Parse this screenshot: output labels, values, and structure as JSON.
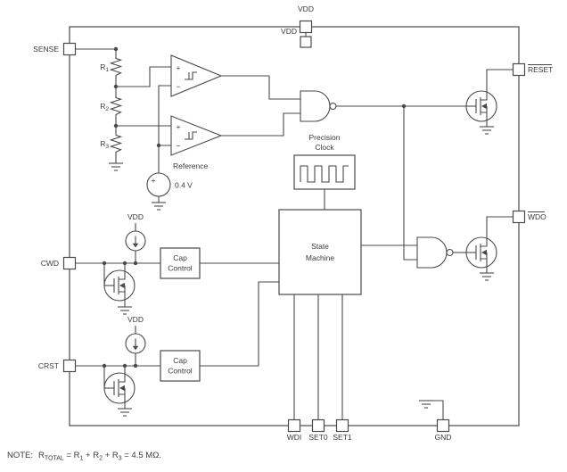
{
  "colors": {
    "line": "#4a4a4a",
    "text": "#3a3a3a",
    "background": "#ffffff"
  },
  "pins": {
    "vdd": "VDD",
    "sense": "SENSE",
    "reset": "RESET",
    "wdo": "WDO",
    "cwd": "CWD",
    "crst": "CRST",
    "wdi": "WDI",
    "set0": "SET0",
    "set1": "SET1",
    "gnd": "GND"
  },
  "blocks": {
    "precision_clock_line1": "Precision",
    "precision_clock_line2": "Clock",
    "state_machine_line1": "State",
    "state_machine_line2": "Machine",
    "cap_control_line1": "Cap",
    "cap_control_line2": "Control"
  },
  "reference": {
    "label": "Reference",
    "value": "0.4 V"
  },
  "resistors": [
    {
      "base": "R",
      "sub": "1"
    },
    {
      "base": "R",
      "sub": "2"
    },
    {
      "base": "R",
      "sub": "3"
    }
  ],
  "symbols": {
    "plus": "+",
    "minus": "−"
  },
  "note": {
    "parts": [
      "NOTE:",
      "R",
      "TOTAL",
      " = R",
      "1",
      " + R",
      "2",
      " + R",
      "3",
      " = 4.5 MΩ."
    ]
  }
}
